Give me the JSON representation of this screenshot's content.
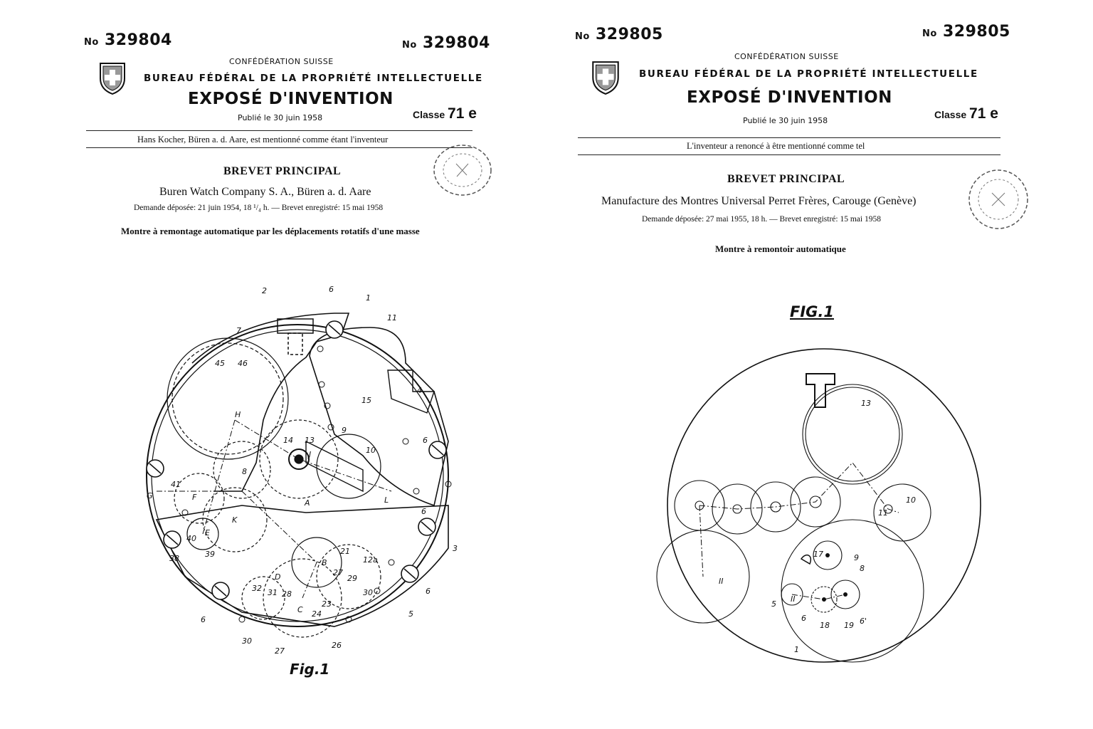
{
  "left": {
    "number_left": "329804",
    "number_right": "329804",
    "no_symbol": "No",
    "confederation": "CONFÉDÉRATION SUISSE",
    "bureau": "BUREAU FÉDÉRAL DE LA PROPRIÉTÉ INTELLECTUELLE",
    "expose": "EXPOSÉ D'INVENTION",
    "published": "Publié le 30 juin 1958",
    "classe_label": "Classe",
    "classe_value": "71 e",
    "inventor": "Hans Kocher, Büren a. d. Aare, est mentionné comme étant l'inventeur",
    "brevet": "BREVET PRINCIPAL",
    "owner": "Buren Watch Company S. A., Büren a. d. Aare",
    "demande": "Demande déposée: 21 juin 1954, 18 ¹/₄ h. — Brevet enregistré: 15 mai 1958",
    "title": "Montre à remontage automatique par les déplacements rotatifs d'une masse",
    "fig_label": "Fig.1",
    "callouts": [
      "2",
      "6",
      "1",
      "11",
      "7",
      "45",
      "46",
      "4",
      "15",
      "H",
      "9",
      "14",
      "13",
      "J",
      "10",
      "6",
      "8",
      "41",
      "G",
      "F",
      "L",
      "K",
      "A",
      "6",
      "40",
      "E",
      "39",
      "38",
      "3",
      "21",
      "B",
      "12a",
      "D",
      "28",
      "27",
      "29",
      "32",
      "31",
      "30",
      "6",
      "C",
      "23",
      "24",
      "5",
      "6",
      "30",
      "27",
      "26"
    ]
  },
  "right": {
    "number_left": "329805",
    "number_right": "329805",
    "no_symbol": "No",
    "confederation": "CONFÉDÉRATION SUISSE",
    "bureau": "BUREAU FÉDÉRAL DE LA PROPRIÉTÉ INTELLECTUELLE",
    "expose": "EXPOSÉ D'INVENTION",
    "published": "Publié le 30 juin 1958",
    "classe_label": "Classe",
    "classe_value": "71 e",
    "inventor": "L'inventeur a renoncé à être mentionné comme tel",
    "brevet": "BREVET PRINCIPAL",
    "owner": "Manufacture des Montres Universal Perret Frères, Carouge (Genève)",
    "demande": "Demande déposée: 27 mai 1955, 18 h. — Brevet enregistré: 15 mai 1958",
    "title": "Montre à remontoir automatique",
    "fig_label": "FIG.1",
    "callouts": [
      "13",
      "10",
      "11",
      "17",
      "9",
      "8",
      "II",
      "5",
      "II",
      "6",
      "18",
      "19",
      "6'",
      "1"
    ]
  }
}
